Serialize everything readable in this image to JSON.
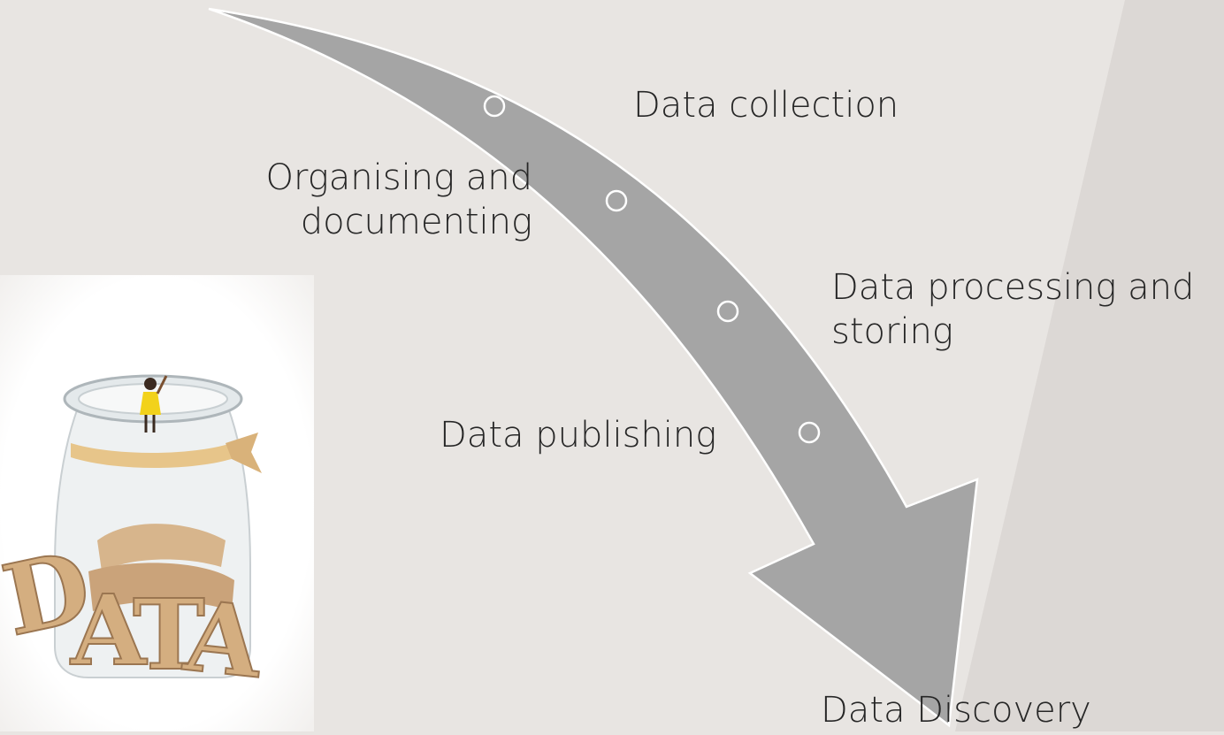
{
  "steps": [
    {
      "label": "Data collection"
    },
    {
      "label": "Organising and\ndocumenting"
    },
    {
      "label": "Data processing and\nstoring"
    },
    {
      "label": "Data publishing"
    }
  ],
  "destination": {
    "label": "Data Discovery"
  },
  "jar": {
    "letters": [
      "D",
      "A",
      "T",
      "A"
    ]
  },
  "colors": {
    "background": "#e8e5e2",
    "side_panel": "#dcd8d5",
    "arrow_fill": "#a5a5a5",
    "text": "#262626"
  }
}
